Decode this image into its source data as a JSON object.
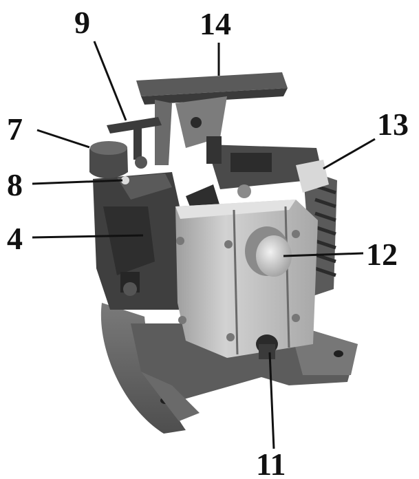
{
  "figure": {
    "callouts": {
      "c9": "9",
      "c14": "14",
      "c7": "7",
      "c13": "13",
      "c8": "8",
      "c4": "4",
      "c12": "12",
      "c11": "11"
    },
    "colors": {
      "background": "#ffffff",
      "machine_dark": "#3b3b3b",
      "machine_mid": "#6e6e6e",
      "machine_light": "#b9b9b9",
      "housing_light": "#c9c9c9",
      "text": "#111111"
    },
    "subject": "engine-pump-unit-photo"
  }
}
